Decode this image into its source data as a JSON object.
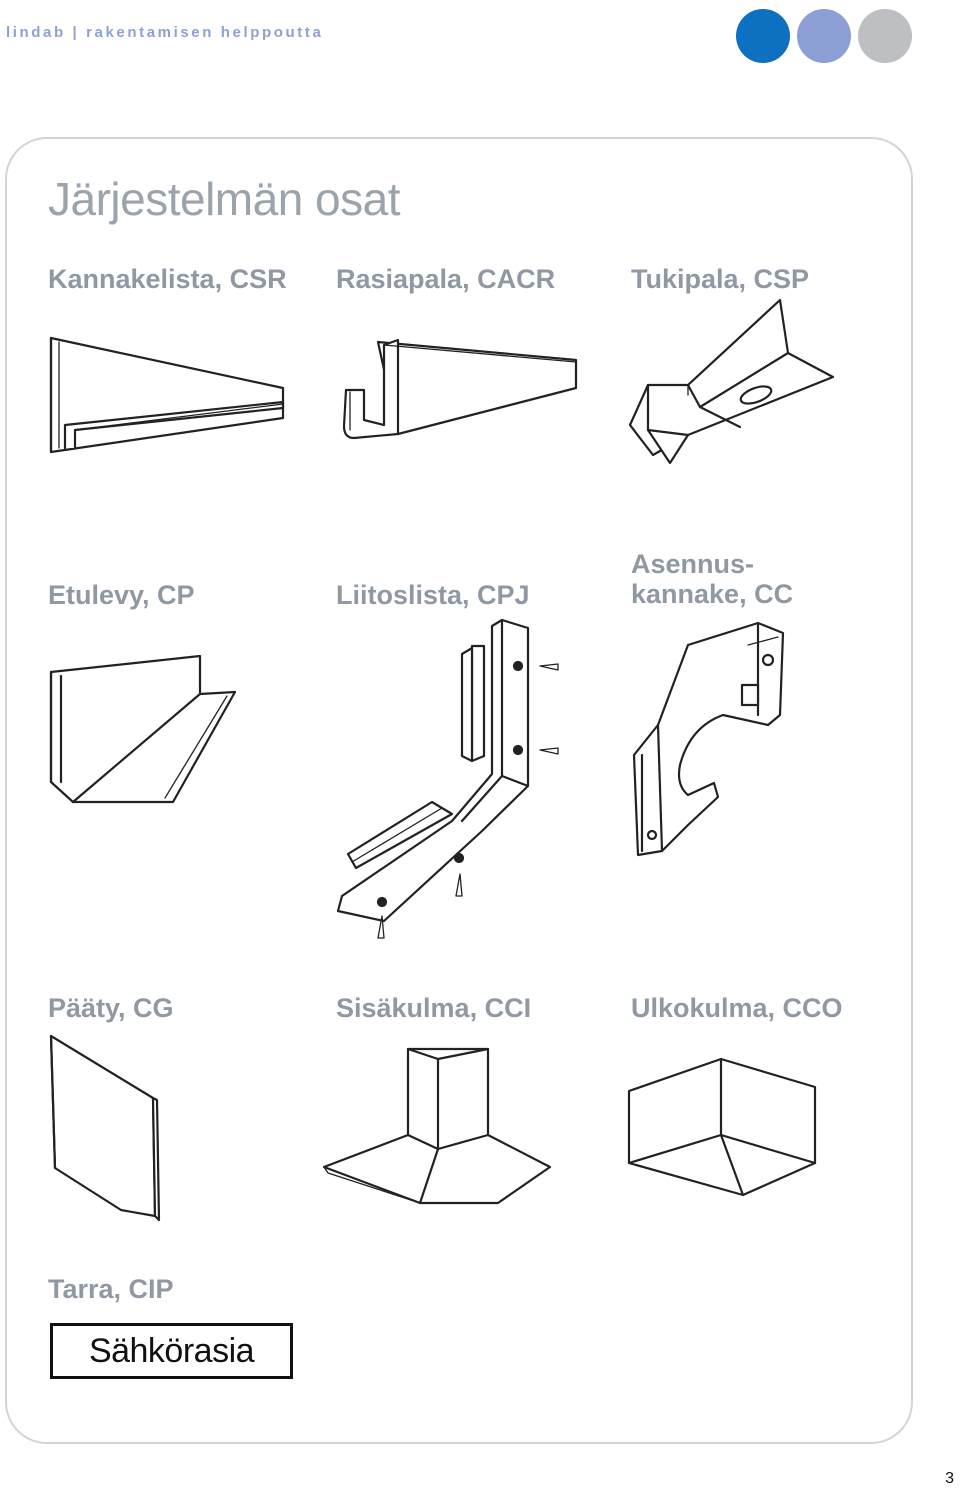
{
  "header": {
    "brand_text": "lindab  |  rakentamisen helppoutta",
    "dots": [
      "#0e70c0",
      "#8c9fd5",
      "#bdbfc2"
    ]
  },
  "page": {
    "title": "Järjestelmän osat",
    "number": "3"
  },
  "parts": [
    {
      "label": "Kannakelista, CSR",
      "icon": "csr-profile-illustration"
    },
    {
      "label": "Rasiapala, CACR",
      "icon": "cacr-profile-illustration"
    },
    {
      "label": "Tukipala, CSP",
      "icon": "csp-support-illustration"
    },
    {
      "label": "Etulevy, CP",
      "icon": "cp-front-plate-illustration"
    },
    {
      "label": "Liitoslista, CPJ",
      "icon": "cpj-joint-illustration"
    },
    {
      "label": "Asennus-\nkannake, CC",
      "icon": "cc-bracket-illustration"
    },
    {
      "label": "Pääty, CG",
      "icon": "cg-end-cap-illustration"
    },
    {
      "label": "Sisäkulma, CCI",
      "icon": "cci-inner-corner-illustration"
    },
    {
      "label": "Ulkokulma, CCO",
      "icon": "cco-outer-corner-illustration"
    },
    {
      "label": "Tarra, CIP",
      "icon": "cip-sticker"
    }
  ],
  "sticker_text": "Sähkörasia"
}
